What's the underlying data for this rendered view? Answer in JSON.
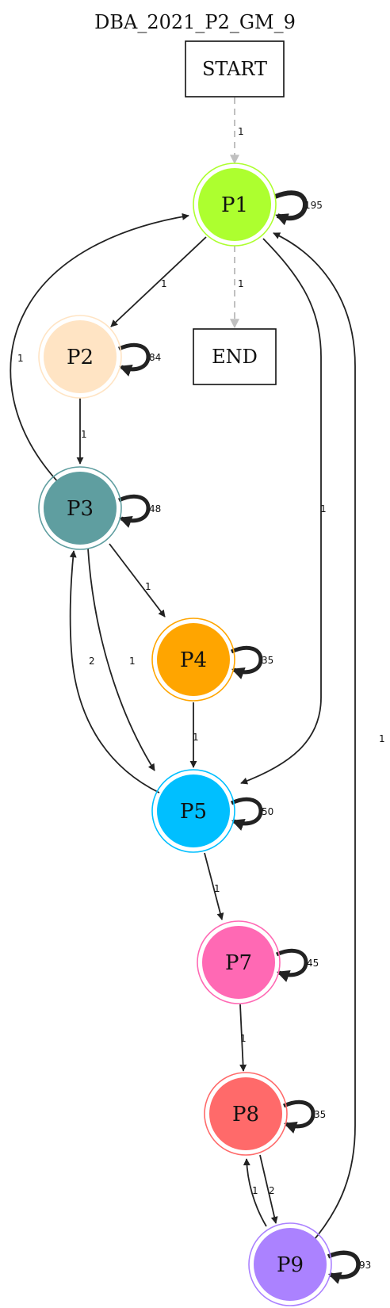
{
  "title": "DBA_2021_P2_GM_9",
  "start": {
    "label": "START"
  },
  "end": {
    "label": "END"
  },
  "nodes": {
    "P1": {
      "label": "P1",
      "fill": "#adff2f",
      "ring": "#adff2f",
      "loop": "195"
    },
    "P2": {
      "label": "P2",
      "fill": "#ffe4c4",
      "ring": "#ffe4c4",
      "loop": "84"
    },
    "P3": {
      "label": "P3",
      "fill": "#5f9ea0",
      "ring": "#5f9ea0",
      "loop": "48"
    },
    "P4": {
      "label": "P4",
      "fill": "#ffa500",
      "ring": "#ffa500",
      "loop": "35"
    },
    "P5": {
      "label": "P5",
      "fill": "#00bfff",
      "ring": "#00bfff",
      "loop": "50"
    },
    "P7": {
      "label": "P7",
      "fill": "#ff69b4",
      "ring": "#ff69b4",
      "loop": "45"
    },
    "P8": {
      "label": "P8",
      "fill": "#ff6a6a",
      "ring": "#ff6a6a",
      "loop": "35"
    },
    "P9": {
      "label": "P9",
      "fill": "#ab82ff",
      "ring": "#ab82ff",
      "loop": "93"
    }
  },
  "edges": {
    "start_p1": "1",
    "p1_end": "1",
    "p1_p2": "1",
    "p2_p3": "1",
    "p3_p1": "1",
    "p1_p5": "1",
    "p9_p1": "1",
    "p3_p4": "1",
    "p3_p5": "1",
    "p5_p3": "2",
    "p4_p5": "1",
    "p5_p7": "1",
    "p7_p8": "1",
    "p8_p9": "2",
    "p9_p8": "1"
  },
  "colors": {
    "edge": "#222222",
    "start_edge": "#c0c0c0"
  }
}
